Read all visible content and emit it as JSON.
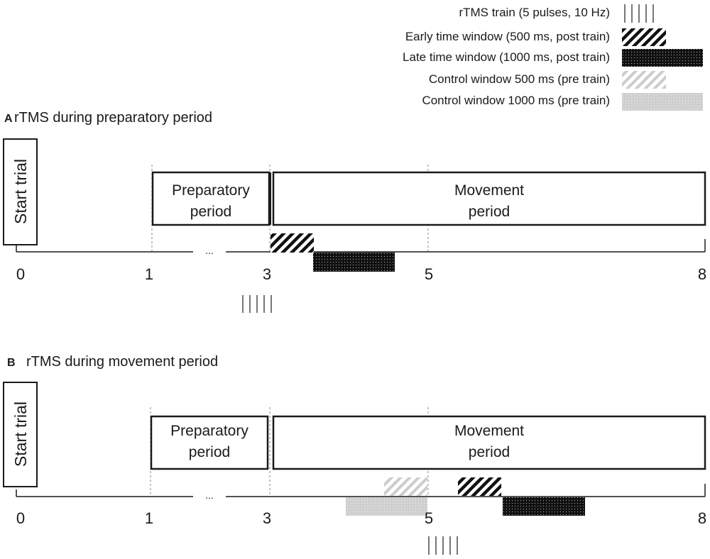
{
  "legend": {
    "items": [
      {
        "key": "train",
        "label": "rTMS train (5 pulses, 10 Hz)"
      },
      {
        "key": "early",
        "label": "Early time window (500 ms, post train)"
      },
      {
        "key": "late",
        "label": "Late time window (1000 ms, post train)"
      },
      {
        "key": "ctrl500",
        "label": "Control window 500 ms (pre train)"
      },
      {
        "key": "ctrl1000",
        "label": "Control window 1000 ms (pre train)"
      }
    ]
  },
  "panels": [
    {
      "letter": "A",
      "title": "rTMS during preparatory period",
      "start_label": "Start trial",
      "box_prep": {
        "line1": "Preparatory",
        "line2": "period"
      },
      "box_move": {
        "line1": "Movement",
        "line2": "period"
      },
      "ticks": [
        {
          "label": "0",
          "value": 0
        },
        {
          "label": "1",
          "value": 1
        },
        {
          "label": "3",
          "value": 3
        },
        {
          "label": "5",
          "value": 5
        },
        {
          "label": "8",
          "value": 8
        }
      ],
      "ellipsis": "...",
      "train_at_s": 2.6,
      "windows": [
        {
          "type": "early",
          "from_s": 3.0,
          "to_s": 3.5
        },
        {
          "type": "late",
          "from_s": 3.5,
          "to_s": 4.5
        }
      ]
    },
    {
      "letter": "B",
      "title": "rTMS during movement period",
      "start_label": "Start trial",
      "box_prep": {
        "line1": "Preparatory",
        "line2": "period"
      },
      "box_move": {
        "line1": "Movement",
        "line2": "period"
      },
      "ticks": [
        {
          "label": "0",
          "value": 0
        },
        {
          "label": "1",
          "value": 1
        },
        {
          "label": "3",
          "value": 3
        },
        {
          "label": "5",
          "value": 5
        },
        {
          "label": "8",
          "value": 8
        }
      ],
      "ellipsis": "...",
      "train_at_s": 5.0,
      "windows": [
        {
          "type": "ctrl500",
          "from_s": 4.5,
          "to_s": 5.0
        },
        {
          "type": "ctrl1000",
          "from_s": 4.0,
          "to_s": 5.0
        },
        {
          "type": "early",
          "from_s": 5.4,
          "to_s": 5.9
        },
        {
          "type": "late",
          "from_s": 5.9,
          "to_s": 6.9
        }
      ]
    }
  ],
  "colors": {
    "line": "#1a1a1a",
    "train": "#777777",
    "early": "#111111",
    "late": "#111111",
    "control": "#c8c8c8",
    "guide": "#888888"
  }
}
